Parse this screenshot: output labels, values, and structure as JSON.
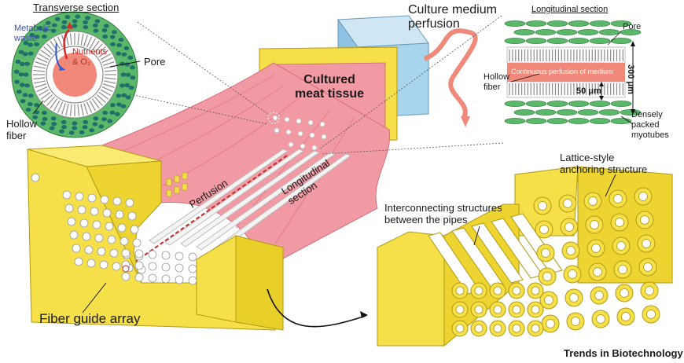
{
  "labels": {
    "transverse_section": "Transverse section",
    "metabolic_waste": "Metabolic\nwaste",
    "nutrients": "Nutrients\n& O₂",
    "pore_left": "Pore",
    "hollow_fiber_left": "Hollow\nfiber",
    "cultured_meat": "Cultured\nmeat tissue",
    "culture_medium": "Culture medium\nperfusion",
    "longitudinal_section_title": "Longitudinal section",
    "pore_right": "Pore",
    "hollow_fiber_right": "Hollow\nfiber",
    "continuous_perfusion": "Continuous perfusion of medium",
    "dim_300": "300 μm",
    "dim_50": "50 μm",
    "densely_packed": "Densely\npacked\nmyotubes",
    "perfusion": "Perfusion",
    "longitudinal_section_label": "Longitudinal\nsection",
    "lattice_anchoring": "Lattice-style\nanchoring structure",
    "interconnecting": "Interconnecting structures\nbetween the pipes",
    "fiber_guide_array": "Fiber guide array",
    "source": "Trends in Biotechnology"
  },
  "colors": {
    "yellow": "#f5e04a",
    "yellow_dark": "#d8bf1e",
    "tissue": "#f29aa3",
    "tissue_dark": "#e0707e",
    "medium_blue": "#a8d4ee",
    "myotube_green": "#5bb86a",
    "cell_teal": "#1f6f6a",
    "salmon": "#f0897a"
  }
}
